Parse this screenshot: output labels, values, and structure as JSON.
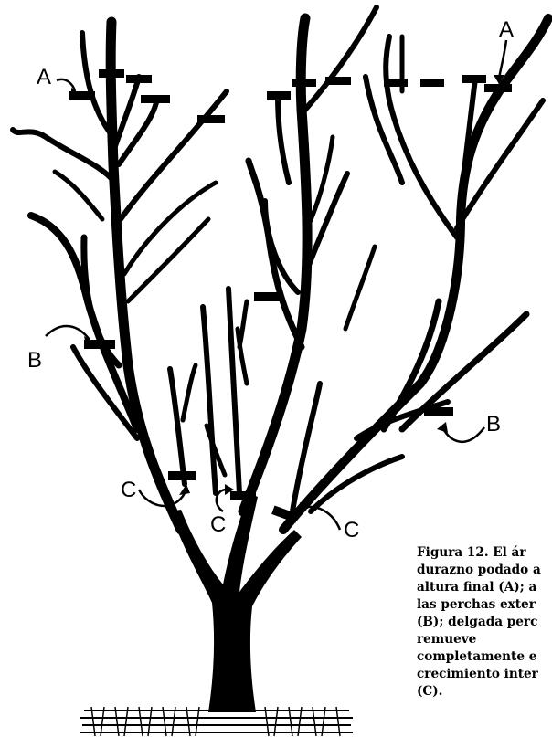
{
  "labels": {
    "a_left": "A",
    "a_right": "A",
    "b_left": "B",
    "b_right": "B",
    "c_left": "C",
    "c_middle": "C",
    "c_right": "C"
  },
  "caption": {
    "line1": "Figura 12. El ár",
    "line2": "durazno podado a",
    "line3": "altura final (A); a",
    "line4": "las perchas exter",
    "line5": "(B); delgada perc",
    "line6": "remueve",
    "line7": "completamente e",
    "line8": "crecimiento inter",
    "line9": "(C)."
  }
}
